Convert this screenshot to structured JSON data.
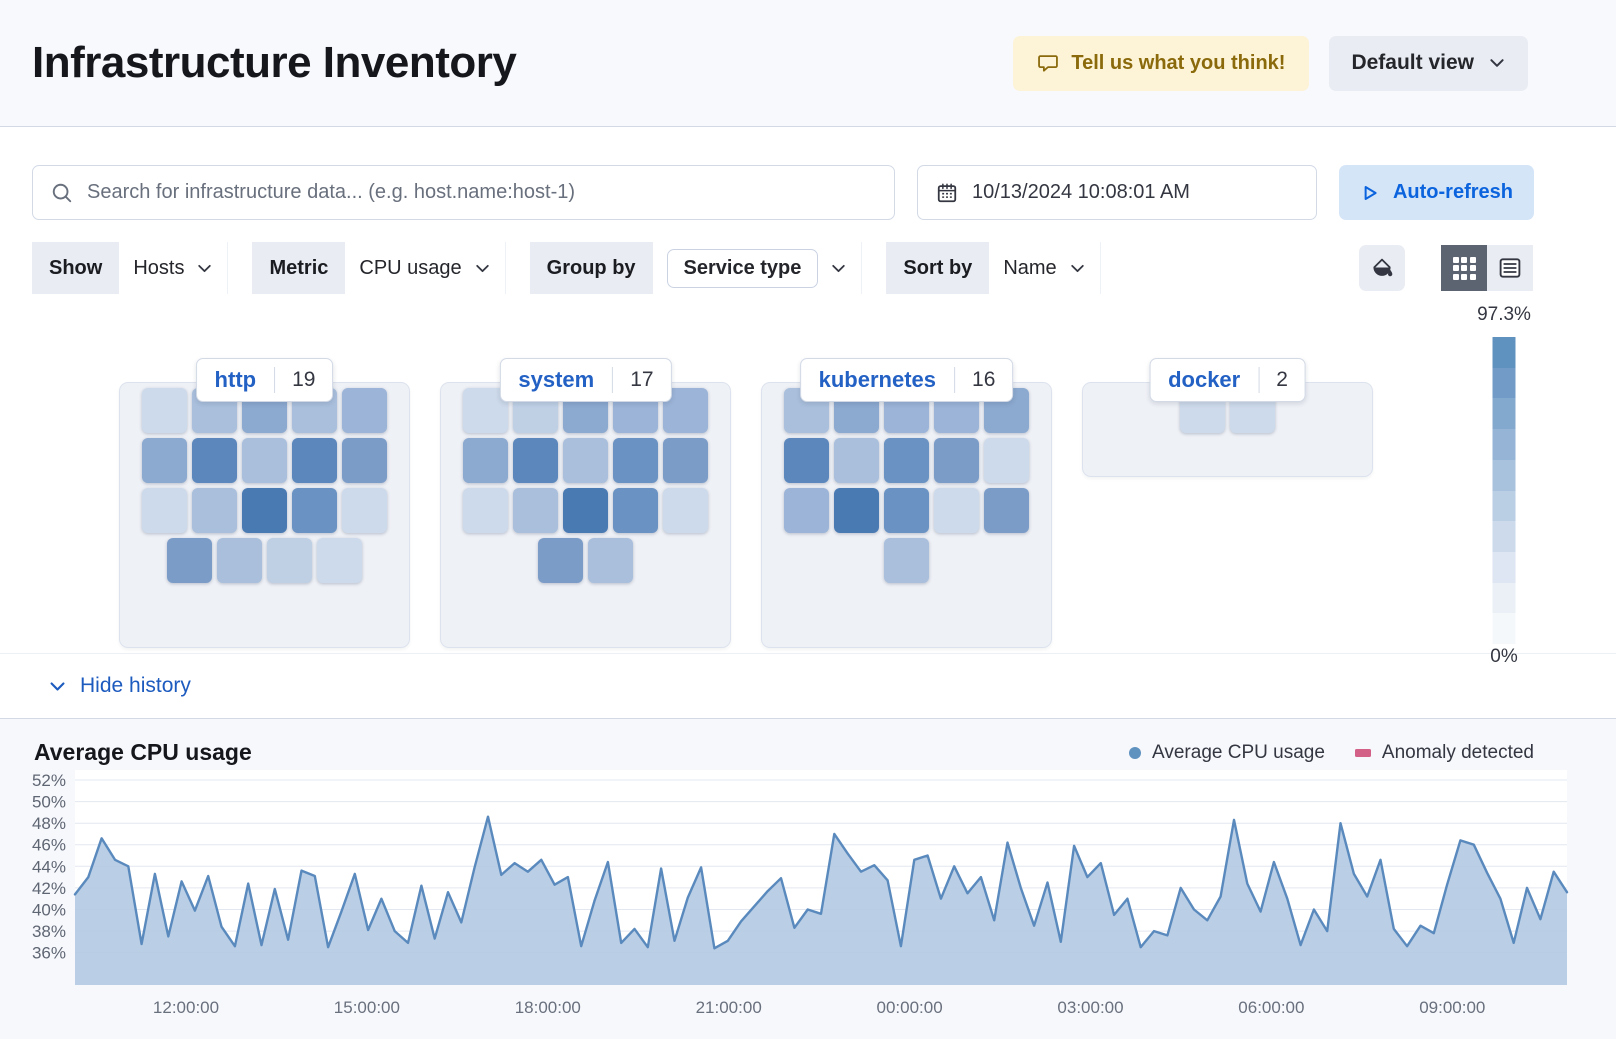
{
  "header": {
    "title": "Infrastructure Inventory",
    "feedback_button": "Tell us what you think!",
    "view_select": "Default view"
  },
  "toolbar": {
    "search_placeholder": "Search for infrastructure data... (e.g. host.name:host-1)",
    "date_value": "10/13/2024 10:08:01 AM",
    "auto_refresh_label": "Auto-refresh"
  },
  "filters": {
    "show_label": "Show",
    "show_value": "Hosts",
    "metric_label": "Metric",
    "metric_value": "CPU usage",
    "group_by_label": "Group by",
    "group_by_value": "Service type",
    "sort_by_label": "Sort by",
    "sort_by_value": "Name"
  },
  "scale_legend": {
    "max": "97.3%",
    "min": "0%",
    "steps": [
      "#6092C0",
      "#729CC7",
      "#84A9CE",
      "#96B5D6",
      "#A8C1DD",
      "#BACEE4",
      "#CCDAEB",
      "#DDE6F2",
      "#EBF0F7",
      "#F5F8FB"
    ]
  },
  "waffle": {
    "palette": [
      "#CDDAEB",
      "#BFD0E5",
      "#A9BFDC",
      "#9BB4D7",
      "#8CA9CF",
      "#7C9CC8",
      "#6A92C2",
      "#5B87BC",
      "#4A7AB2"
    ],
    "groups": [
      {
        "name": "http",
        "count": "19",
        "small": false,
        "rows": [
          [
            1,
            3,
            5,
            3,
            4
          ],
          [
            5,
            8,
            3,
            8,
            6
          ],
          [
            1,
            3,
            9,
            7,
            1
          ],
          [
            6,
            3,
            2,
            1
          ]
        ]
      },
      {
        "name": "system",
        "count": "17",
        "small": false,
        "rows": [
          [
            1,
            2,
            5,
            4,
            4
          ],
          [
            5,
            8,
            3,
            7,
            6
          ],
          [
            1,
            3,
            9,
            7,
            1
          ],
          [
            6,
            3
          ]
        ]
      },
      {
        "name": "kubernetes",
        "count": "16",
        "small": false,
        "rows": [
          [
            3,
            5,
            4,
            4,
            5
          ],
          [
            8,
            3,
            7,
            6,
            1
          ],
          [
            4,
            9,
            7,
            1,
            6
          ],
          [
            3
          ]
        ]
      },
      {
        "name": "docker",
        "count": "2",
        "small": true,
        "rows": [
          [
            1,
            1
          ]
        ]
      }
    ]
  },
  "history": {
    "toggle_label": "Hide history"
  },
  "chart_data": {
    "type": "area",
    "title": "Average CPU usage",
    "xlabel": "",
    "ylabel": "",
    "ylim": [
      33,
      53
    ],
    "grid": true,
    "legend_position": "top-right",
    "yticks": [
      "52%",
      "50%",
      "48%",
      "46%",
      "44%",
      "42%",
      "40%",
      "38%",
      "36%"
    ],
    "xticks": [
      "12:00:00",
      "15:00:00",
      "18:00:00",
      "21:00:00",
      "00:00:00",
      "03:00:00",
      "06:00:00",
      "09:00:00"
    ],
    "legend": [
      {
        "label": "Average CPU usage",
        "marker": "dot",
        "color": "#6092C0"
      },
      {
        "label": "Anomaly detected",
        "marker": "rect",
        "color": "#D36086"
      }
    ],
    "series": [
      {
        "name": "Average CPU usage",
        "color": "#5A8ABD",
        "fill": "#B3C9E2",
        "values": [
          41.4,
          43.0,
          46.6,
          44.6,
          44.0,
          36.8,
          43.3,
          37.5,
          42.6,
          39.9,
          43.1,
          38.4,
          36.6,
          42.4,
          36.7,
          41.9,
          37.2,
          43.6,
          43.1,
          36.5,
          39.8,
          43.3,
          38.1,
          41.0,
          38.0,
          36.9,
          42.2,
          37.3,
          41.6,
          38.8,
          43.9,
          48.6,
          43.2,
          44.3,
          43.5,
          44.6,
          42.3,
          43.0,
          36.6,
          40.8,
          44.4,
          36.9,
          38.2,
          36.5,
          43.8,
          37.1,
          41.1,
          43.9,
          36.4,
          37.1,
          38.9,
          40.3,
          41.7,
          42.9,
          38.3,
          40.0,
          39.6,
          47.0,
          45.2,
          43.5,
          44.1,
          42.7,
          36.6,
          44.6,
          45.0,
          41.0,
          44.0,
          41.5,
          43.0,
          39.0,
          46.2,
          42.0,
          38.5,
          42.5,
          37.0,
          45.9,
          43.0,
          44.3,
          39.5,
          41.0,
          36.5,
          38.0,
          37.6,
          42.0,
          40.0,
          39.0,
          41.2,
          48.3,
          42.4,
          39.8,
          44.4,
          41.0,
          36.7,
          40.0,
          38.0,
          48.0,
          43.3,
          41.2,
          44.6,
          38.2,
          36.6,
          38.5,
          37.8,
          42.3,
          46.4,
          46.0,
          43.4,
          41.0,
          36.9,
          42.0,
          39.1,
          43.5,
          41.6
        ]
      }
    ]
  }
}
